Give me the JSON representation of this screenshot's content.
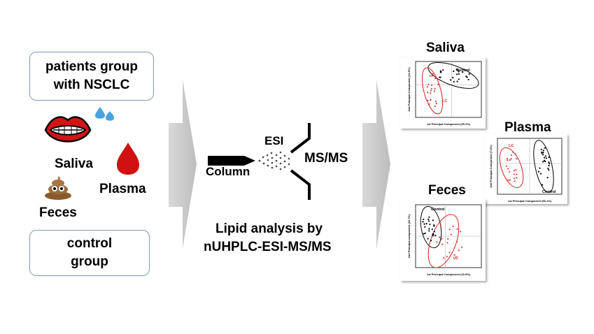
{
  "left": {
    "patients_box": "patients group with NSCLC",
    "control_box": "control group",
    "saliva_label": "Saliva",
    "plasma_label": "Plasma",
    "feces_label": "Feces"
  },
  "middle": {
    "esi_label": "ESI",
    "column_label": "Column",
    "msms_label": "MS/MS",
    "caption_line1": "Lipid analysis by",
    "caption_line2": "nUHPLC-ESI-MS/MS"
  },
  "charts": {
    "saliva": {
      "title": "Saliva",
      "xlabel": "1st Principal Component (39.1%)",
      "ylabel": "2nd Principal Component (11.5%)",
      "group_a": "Control",
      "group_b": "LC"
    },
    "plasma": {
      "title": "Plasma",
      "xlabel": "1st Principal Component (56.1%)",
      "ylabel": "2nd Principal Component (7.6%)",
      "group_a": "Control",
      "group_b": "LC"
    },
    "feces": {
      "title": "Feces",
      "xlabel": "1st Principal Component (16.9%)",
      "ylabel": "2nd Principal component (10.7%)",
      "group_a": "Control",
      "group_b": "LC"
    }
  },
  "colors": {
    "arrow": "#c8c8c8",
    "box_border": "#7f9bb7",
    "red": "#d42020",
    "lc_points": "#e04040"
  },
  "icons": [
    "lips-icon",
    "water-drops-icon",
    "blood-drop-icon",
    "poop-icon",
    "sprayer-column-icon",
    "ms-inlet-icon"
  ]
}
